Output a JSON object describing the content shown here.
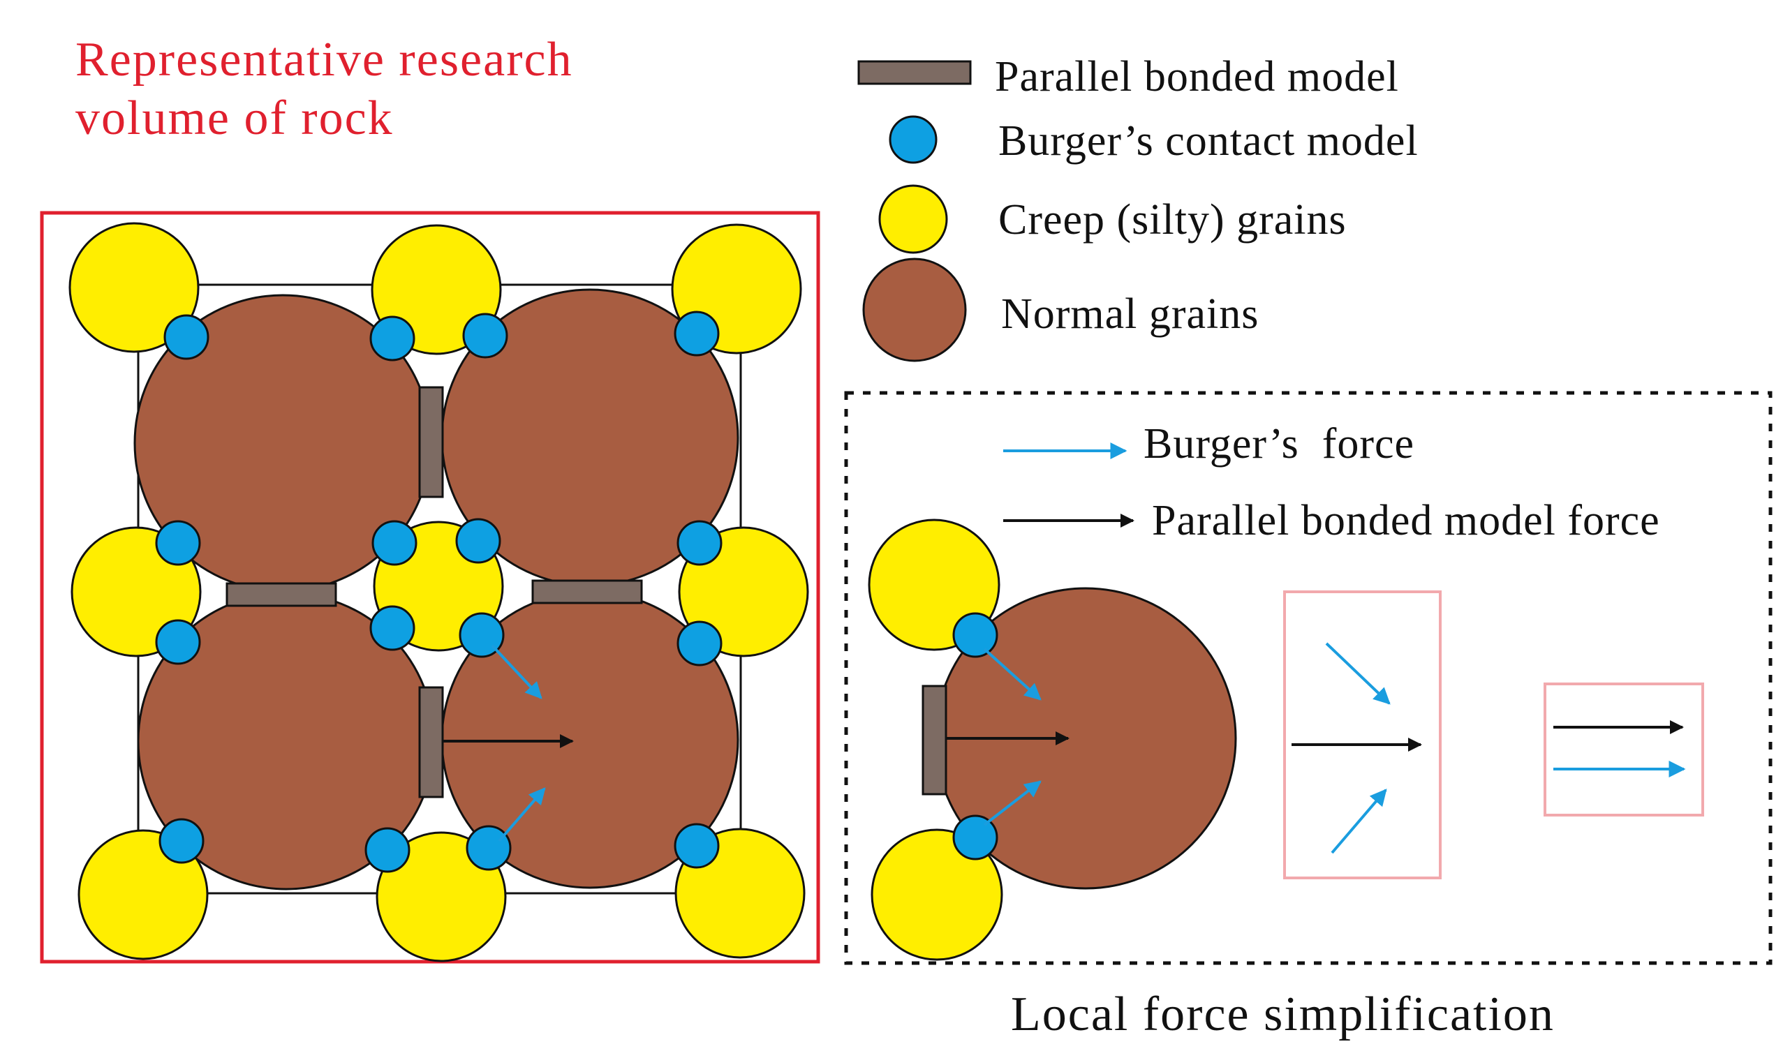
{
  "title": {
    "line1": "Representative research",
    "line2": "volume of rock"
  },
  "legend": {
    "parallel_bonded_model": "Parallel bonded model",
    "burgers_contact_model": "Burger’s contact model",
    "creep_grains": "Creep (silty) grains",
    "normal_grains": "Normal grains"
  },
  "force_legend": {
    "burgers_force": "Burger’s  force",
    "parallel_bonded_force": "Parallel bonded model force"
  },
  "caption": "Local force simplification",
  "colors": {
    "normal_grain": "#a85d41",
    "creep_grain": "#ffee00",
    "contact": "#0ea0e2",
    "bond": "#7d6b63",
    "title_red": "#e0202e",
    "frame_red": "#e0202e",
    "pink_box": "#f2a9ad",
    "burgers_arrow": "#1a9ddf",
    "black_arrow": "#111111"
  }
}
